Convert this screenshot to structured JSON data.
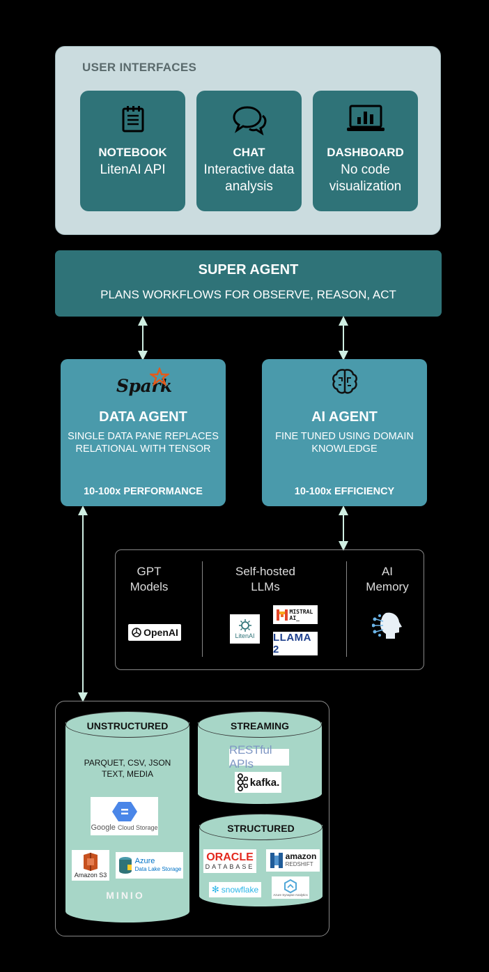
{
  "user_interfaces": {
    "title": "USER INTERFACES",
    "cards": [
      {
        "title": "NOTEBOOK",
        "subtitle": "LitenAI API",
        "icon": "notebook-icon"
      },
      {
        "title": "CHAT",
        "subtitle": "Interactive data analysis",
        "icon": "chat-icon"
      },
      {
        "title": "DASHBOARD",
        "subtitle": "No code visualization",
        "icon": "dashboard-icon"
      }
    ]
  },
  "super_agent": {
    "title": "SUPER AGENT",
    "subtitle": "PLANS WORKFLOWS FOR OBSERVE, REASON, ACT"
  },
  "data_agent": {
    "logo": "Spark",
    "title": "DATA AGENT",
    "description": "SINGLE DATA PANE REPLACES RELATIONAL WITH TENSOR",
    "footer": "10-100x PERFORMANCE"
  },
  "ai_agent": {
    "title": "AI AGENT",
    "description": "FINE TUNED USING DOMAIN KNOWLEDGE",
    "footer": "10-100x EFFICIENCY",
    "icon": "brain-icon"
  },
  "models": {
    "gpt": {
      "title": "GPT Models",
      "logo": "OpenAI"
    },
    "llms": {
      "title": "Self-hosted LLMs",
      "logos": {
        "litenai": "LitenAI",
        "mistral": "MISTRAL AI_",
        "llama": "LLAMA 2"
      }
    },
    "memory": {
      "title": "AI Memory",
      "icon": "ai-head-icon"
    }
  },
  "data_sources": {
    "unstructured": {
      "title": "UNSTRUCTURED",
      "formats": "PARQUET, CSV, JSON TEXT, MEDIA",
      "logos": {
        "gcs_google": "Google",
        "gcs_rest": "Cloud Storage",
        "s3": "Amazon S3",
        "azure": "Azure",
        "azure_sub": "Data Lake Storage",
        "minio": "MINIO"
      }
    },
    "streaming": {
      "title": "STREAMING",
      "logos": {
        "rest": "RESTful APIs",
        "kafka": "kafka."
      }
    },
    "structured": {
      "title": "STRUCTURED",
      "logos": {
        "oracle": "ORACLE",
        "oracle_sub": "DATABASE",
        "redshift": "amazon",
        "redshift_sub": "REDSHIFT",
        "snowflake": "snowflake",
        "synapse": "Azure Synapse Analytics"
      }
    }
  },
  "colors": {
    "teal_dark": "#2f7378",
    "teal_light": "#4a9aab",
    "panel": "#cbdcdf",
    "db": "#a7d6c7",
    "arrow": "#cfeee2"
  }
}
